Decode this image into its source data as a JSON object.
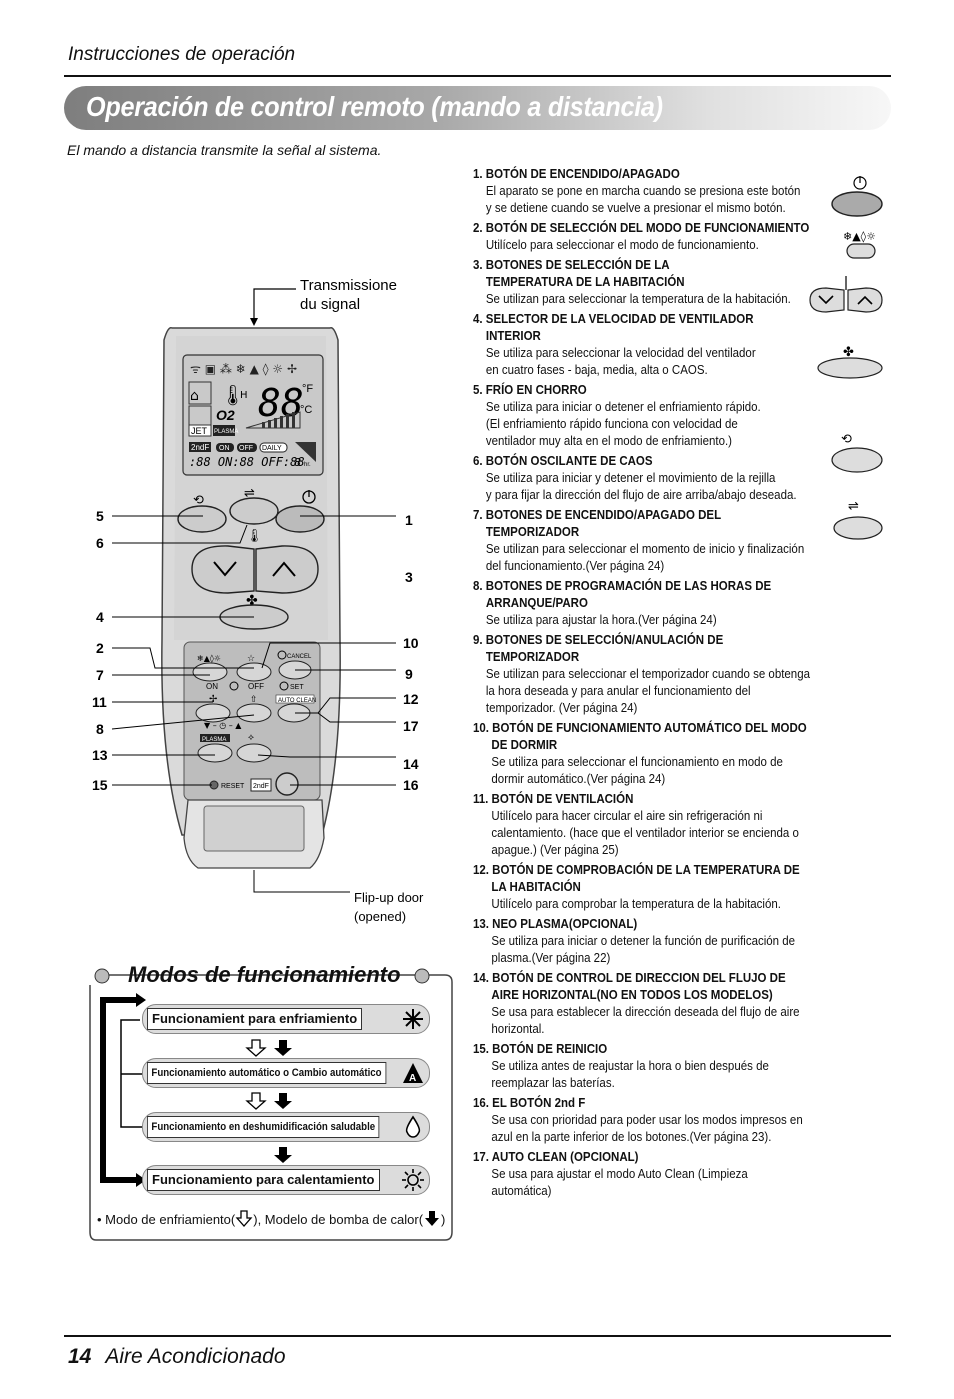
{
  "header": {
    "section": "Instrucciones de operación"
  },
  "banner": {
    "title": "Operación de control remoto (mando a distancia)"
  },
  "intro": "El mando a distancia transmite la señal al sistema.",
  "remote": {
    "signal_label_1": "Transmissione",
    "signal_label_2": "du signal",
    "door_label_1": "Flip-up door",
    "door_label_2": "(opened)",
    "lcd": {
      "jet": "JET",
      "plasma": "PLASMA",
      "nd": "2ndF",
      "on": "ON",
      "off": "OFF",
      "daily": "DAILY",
      "digits": "88",
      "f": "°F",
      "c": "°C",
      "o2": "O2",
      "hr": "hr."
    },
    "panel": {
      "cancel": "CANCEL",
      "set": "SET",
      "auto_clean": "AUTO CLEAN",
      "on": "ON",
      "off": "OFF",
      "plasma": "PLASMA",
      "reset": "RESET",
      "nd": "2ndF"
    },
    "callouts_left": [
      "5",
      "6",
      "4",
      "2",
      "7",
      "11",
      "8",
      "13",
      "15"
    ],
    "callouts_right": [
      "1",
      "3",
      "10",
      "9",
      "12",
      "17",
      "14",
      "16"
    ]
  },
  "instructions": [
    {
      "title": "1. BOTÓN DE ENCENDIDO/APAGADO",
      "lines": [
        "El aparato se pone en marcha cuando se presiona este botón",
        "y se detiene cuando se vuelve a presionar el mismo botón."
      ]
    },
    {
      "title": "2. BOTÓN DE SELECCIÓN DEL MODO DE FUNCIONAMIENTO",
      "lines": [
        "Utilícelo para seleccionar el modo de funcionamiento."
      ]
    },
    {
      "title": "3. BOTONES DE SELECCIÓN DE LA",
      "title2": "TEMPERATURA DE LA HABITACIÓN",
      "lines": [
        "Se utilizan para seleccionar la temperatura de la habitación."
      ]
    },
    {
      "title": "4. SELECTOR DE LA VELOCIDAD DE VENTILADOR",
      "title2": "INTERIOR",
      "lines": [
        "Se utiliza para seleccionar la velocidad del ventilador",
        "en cuatro fases - baja, media, alta o CAOS."
      ]
    },
    {
      "title": "5. FRÍO EN CHORRO",
      "lines": [
        "Se utiliza para iniciar o detener el enfriamiento rápido.",
        "(El enfriamiento rápido funciona con velocidad de",
        "ventilador muy alta en el modo de enfriamiento.)"
      ]
    },
    {
      "title": "6. BOTÓN OSCILANTE DE CAOS",
      "lines": [
        "Se utiliza para iniciar y detener el movimiento de la rejilla",
        "y para fijar la dirección del flujo de aire arriba/abajo deseada."
      ]
    },
    {
      "title": "7. BOTONES DE ENCENDIDO/APAGADO DEL",
      "title2": "TEMPORIZADOR",
      "lines": [
        "Se utilizan para seleccionar el momento de inicio y finalización",
        "del funcionamiento.(Ver página 24)"
      ]
    },
    {
      "title": "8. BOTONES DE PROGRAMACIÓN DE LAS HORAS DE",
      "title2": "ARRANQUE/PARO",
      "lines": [
        "Se utiliza para ajustar la hora.(Ver página 24)"
      ]
    },
    {
      "title": "9. BOTONES DE SELECCIÓN/ANULACIÓN DE",
      "title2": "TEMPORIZADOR",
      "lines": [
        "Se utilizan para seleccionar el temporizador cuando se obtenga",
        "la hora deseada y para anular el funcionamiento del",
        "temporizador. (Ver página 24)"
      ]
    },
    {
      "title": "10. BOTÓN DE FUNCIONAMIENTO AUTOMÁTICO DEL MODO",
      "title2": "DE DORMIR",
      "lines": [
        "Se utiliza para seleccionar el funcionamiento en modo de",
        "dormir automático.(Ver página 24)"
      ]
    },
    {
      "title": "11. BOTÓN DE VENTILACIÓN",
      "lines": [
        "Utilícelo para hacer circular el aire sin refrigeración ni",
        "calentamiento. (hace que el ventilador interior se encienda o",
        "apague.) (Ver página 25)"
      ]
    },
    {
      "title": "12. BOTÓN DE COMPROBACIÓN DE LA TEMPERATURA DE",
      "title2": "LA HABITACIÓN",
      "lines": [
        "Utilícelo para comprobar la temperatura de la habitación."
      ]
    },
    {
      "title": "13. NEO PLASMA(OPCIONAL)",
      "lines": [
        "Se utiliza para iniciar o detener la función de purificación de",
        "plasma.(Ver página 22)"
      ]
    },
    {
      "title": "14. BOTÓN DE CONTROL DE DIRECCION DEL FLUJO DE",
      "title2": "AIRE HORIZONTAL(NO EN TODOS LOS MODELOS)",
      "lines": [
        "Se usa para establecer la dirección deseada del flujo de aire",
        "horizontal."
      ]
    },
    {
      "title": "15. BOTÓN DE REINICIO",
      "lines": [
        "Se utiliza antes de reajustar la hora o bien después de",
        "reemplazar las baterías."
      ]
    },
    {
      "title": "16. EL BOTÓN 2nd F",
      "lines": [
        "Se usa con prioridad para poder usar los modos impresos en",
        "azul en la parte inferior de los botones.(Ver página 23)."
      ]
    },
    {
      "title": "17. AUTO CLEAN (OPCIONAL)",
      "lines": [
        "Se usa para ajustar el modo Auto Clean (Limpieza",
        "automática)"
      ]
    }
  ],
  "modes": {
    "title": "Modos de funcionamiento",
    "items": [
      {
        "label": "Funcionamient  para enfriamiento",
        "icon": "snowflake-icon"
      },
      {
        "label": "Funcionamiento automático o Cambio automático",
        "icon": "auto-icon"
      },
      {
        "label": "Funcionamiento en deshumidificación saludable",
        "icon": "droplet-icon"
      },
      {
        "label": "Funcionamiento para calentamiento",
        "icon": "sun-icon"
      }
    ],
    "note_prefix": "• Modo de enfriamiento(",
    "note_mid": "), Modelo de bomba de calor(",
    "note_suffix": ")"
  },
  "footer": {
    "page": "14",
    "title": "Aire Acondicionado"
  }
}
